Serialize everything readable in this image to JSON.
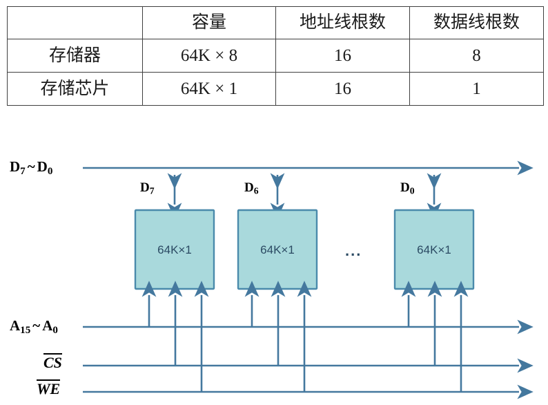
{
  "table": {
    "columns": [
      "",
      "容量",
      "地址线根数",
      "数据线根数"
    ],
    "rows": [
      {
        "label": "存储器",
        "capacity": "64K × 8",
        "address_lines": "16",
        "data_lines": "8"
      },
      {
        "label": "存储芯片",
        "capacity": "64K × 1",
        "address_lines": "16",
        "data_lines": "1"
      }
    ]
  },
  "diagram": {
    "bus_labels": {
      "data_bus": {
        "prefix": "D",
        "sub_hi": "7",
        "tilde": "~",
        "sub_lo": "0"
      },
      "address_bus": {
        "prefix": "A",
        "sub_hi": "15",
        "tilde": "~",
        "sub_lo": "0"
      },
      "chip_select": "CS",
      "write_enable": "WE"
    },
    "chips": [
      {
        "data_pin": "D",
        "data_pin_sub": "7",
        "text": "64K×1"
      },
      {
        "data_pin": "D",
        "data_pin_sub": "6",
        "text": "64K×1"
      },
      {
        "data_pin": "D",
        "data_pin_sub": "0",
        "text": "64K×1"
      }
    ],
    "ellipsis": "...",
    "colors": {
      "line": "#44789e",
      "chip_fill": "#a9d9dc",
      "chip_stroke": "#4a8aab",
      "chip_text": "#2b4a63",
      "table_border": "#3f3f3f",
      "text": "#1a1a1a"
    }
  }
}
